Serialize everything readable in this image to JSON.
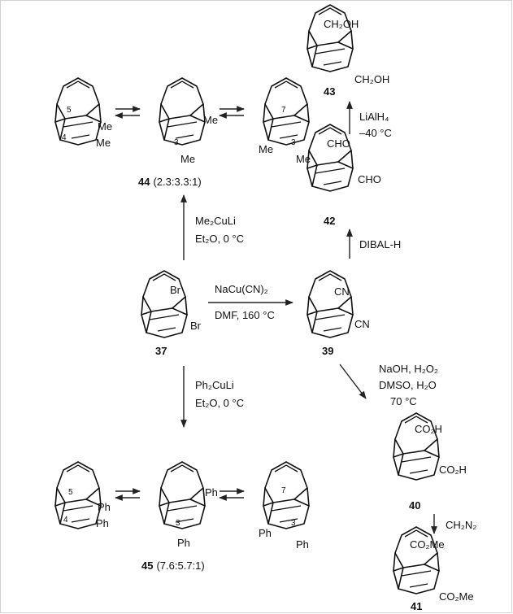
{
  "compounds": {
    "c37": {
      "number": "37",
      "sub1": "Br",
      "sub2": "Br"
    },
    "c39": {
      "number": "39",
      "sub1": "CN",
      "sub2": "CN"
    },
    "c42": {
      "number": "42",
      "sub1": "CHO",
      "sub2": "CHO"
    },
    "c43": {
      "number": "43",
      "sub1": "CH₂OH",
      "sub2": "CH₂OH"
    },
    "c40": {
      "number": "40",
      "sub1": "CO₂H",
      "sub2": "CO₂H"
    },
    "c41": {
      "number": "41",
      "sub1": "CO₂Me",
      "sub2": "CO₂Me"
    },
    "c44": {
      "number": "44",
      "ratio": "(2.3:3.3:1)",
      "sub": "Me",
      "locant5": "5",
      "locant4": "4",
      "locant3a": "3",
      "locant7": "7",
      "locant3b": "3"
    },
    "c45": {
      "number": "45",
      "ratio": "(7.6:5.7:1)",
      "sub": "Ph",
      "locant5": "5",
      "locant4": "4",
      "locant3a": "3",
      "locant7": "7",
      "locant3b": "3"
    }
  },
  "conditions": {
    "up": {
      "line1": "Me₂CuLi",
      "line2": "Et₂O, 0 °C"
    },
    "down": {
      "line1": "Ph₂CuLi",
      "line2": "Et₂O, 0 °C"
    },
    "right": {
      "line1": "NaCu(CN)₂",
      "line2": "DMF, 160 °C"
    },
    "dibal": {
      "line1": "DIBAL-H"
    },
    "lialh": {
      "line1": "LiAlH₄",
      "line2": "–40 °C"
    },
    "naoh": {
      "line1": "NaOH, H₂O₂",
      "line2": "DMSO, H₂O",
      "line3": "70 °C"
    },
    "ch2n2": {
      "line1": "CH₂N₂"
    }
  },
  "colors": {
    "ink": "#111111",
    "frame": "#d2d2d2",
    "background": "#ffffff"
  }
}
